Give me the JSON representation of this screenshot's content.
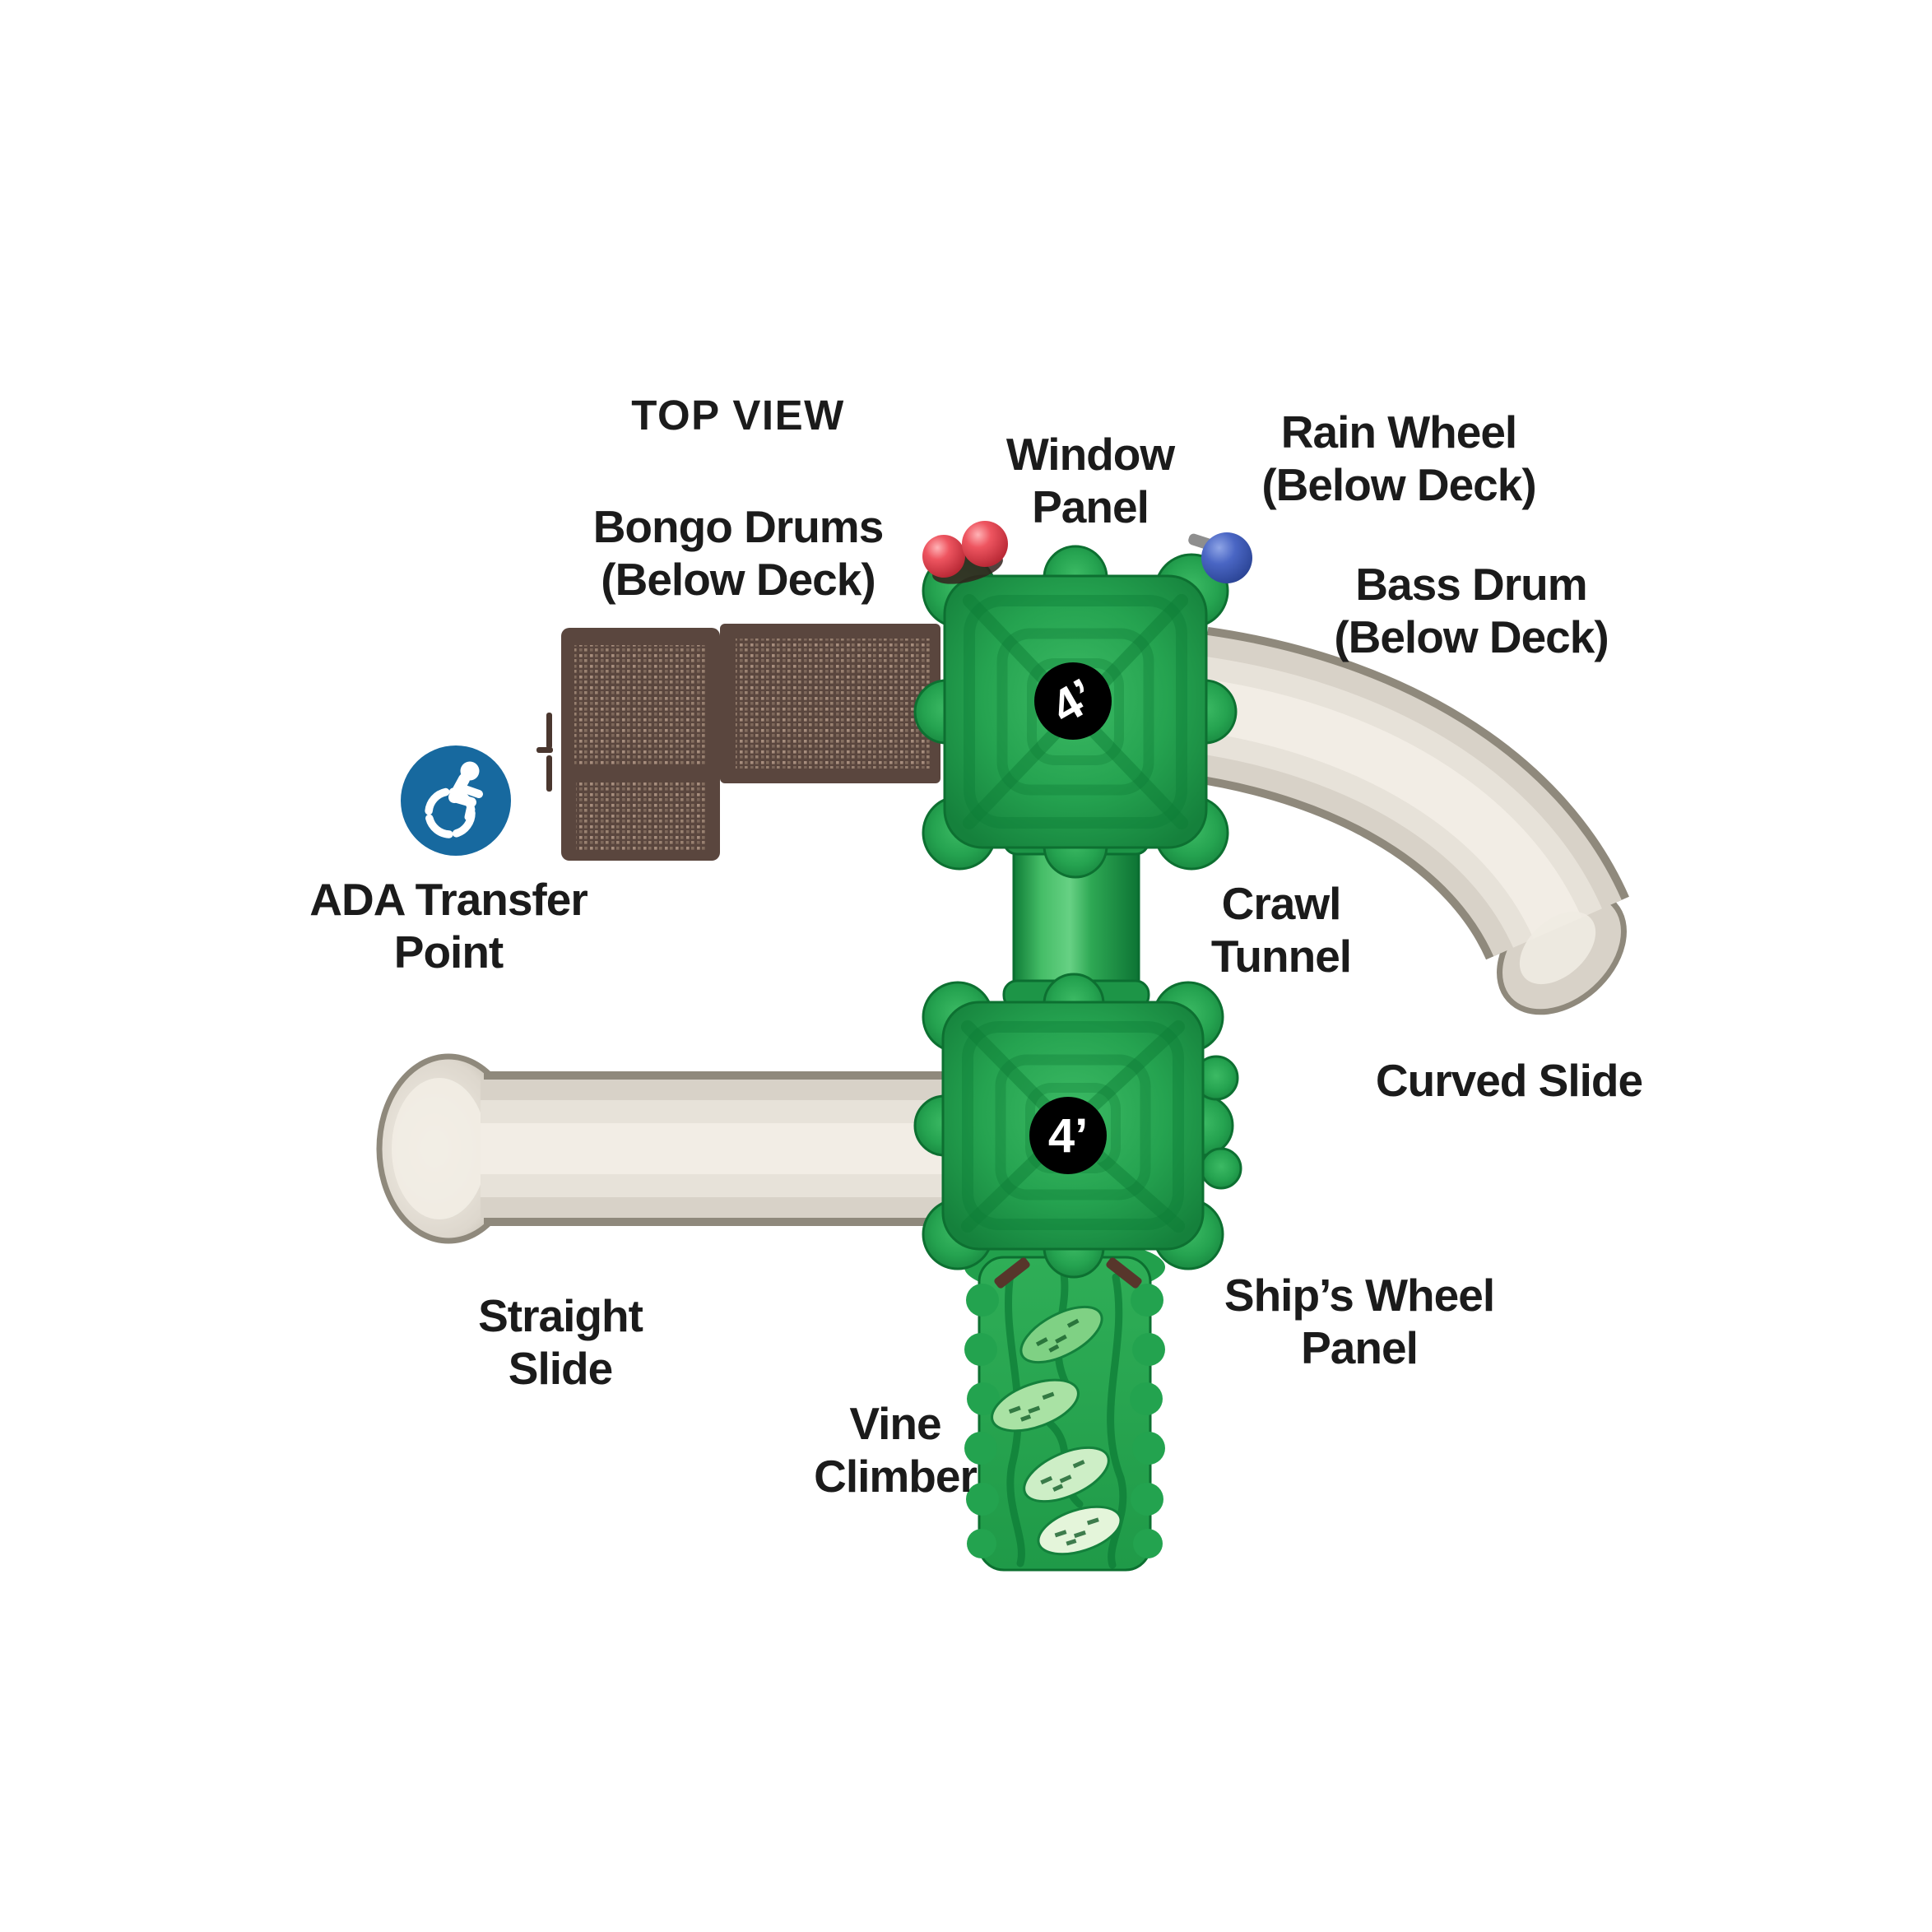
{
  "title": "TOP VIEW",
  "view": "playground structure top view diagram",
  "labels": {
    "top_view": "TOP VIEW",
    "window_panel": {
      "line1": "Window",
      "line2": "Panel"
    },
    "rain_wheel": {
      "line1": "Rain Wheel",
      "line2": "(Below Deck)"
    },
    "bongo_drums": {
      "line1": "Bongo Drums",
      "line2": "(Below Deck)"
    },
    "bass_drum": {
      "line1": "Bass Drum",
      "line2": "(Below Deck)"
    },
    "ada_transfer": {
      "line1": "ADA Transfer",
      "line2": "Point"
    },
    "crawl_tunnel": {
      "line1": "Crawl",
      "line2": "Tunnel"
    },
    "curved_slide": "Curved Slide",
    "straight_slide": {
      "line1": "Straight",
      "line2": "Slide"
    },
    "ships_wheel": {
      "line1": "Ship’s Wheel",
      "line2": "Panel"
    },
    "vine_climber": {
      "line1": "Vine",
      "line2": "Climber"
    }
  },
  "decks": {
    "upper": {
      "height_label": "4’"
    },
    "lower": {
      "height_label": "4’"
    }
  },
  "colors": {
    "deck_green": "#25a350",
    "deck_green_dark": "#0d7c36",
    "tunnel_green": "#45bd67",
    "vine_green": "#2fae57",
    "ramp_brown": "#5a463e",
    "ramp_dots": "#b49a88",
    "slide_beige": "#d8d2c8",
    "slide_edge": "#8f897c",
    "ada_blue": "#17699f",
    "bongo_red": "#e13b45",
    "rain_wheel_blue": "#3a55b2",
    "badge_black": "#000000",
    "label_black": "#1b1b1b"
  }
}
